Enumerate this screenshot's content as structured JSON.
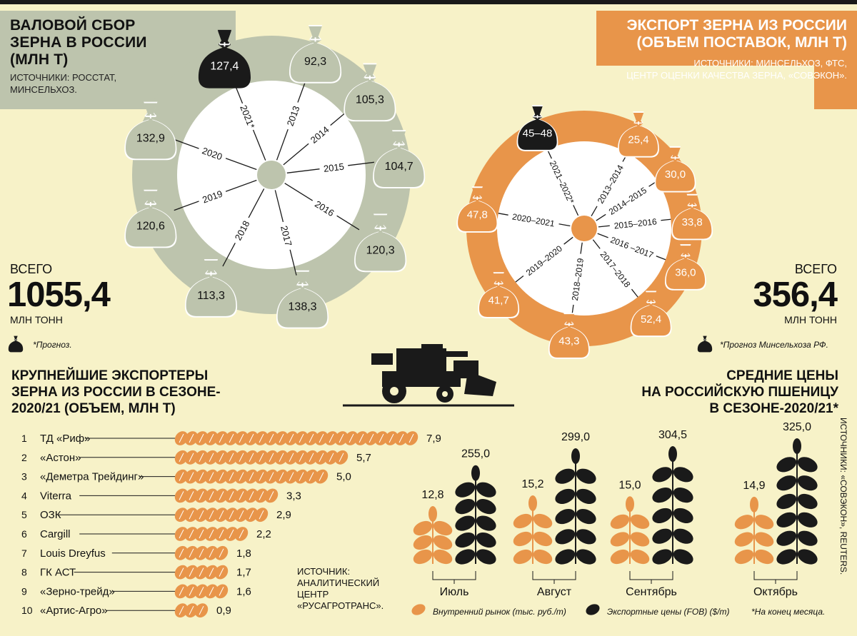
{
  "colors": {
    "background": "#f7f2c8",
    "harvest_gray": "#bdc4ad",
    "harvest_bag": "#bdc4ad",
    "export_orange": "#e8954a",
    "forecast_black": "#1a1a1a",
    "wheat_domestic": "#e8954a",
    "wheat_export": "#1a1a1a"
  },
  "harvest": {
    "title": "ВАЛОВОЙ СБОР ЗЕРНА В РОССИИ (МЛН Т)",
    "title_lines": [
      "ВАЛОВОЙ СБОР",
      "ЗЕРНА В РОССИИ",
      "(МЛН Т)"
    ],
    "source_lines": [
      "ИСТОЧНИКИ: РОССТАТ,",
      "МИНСЕЛЬХОЗ."
    ],
    "total_label": "ВСЕГО",
    "total_value": "1055,4",
    "total_unit": "МЛН ТОНН",
    "note": "*Прогноз."
  },
  "export": {
    "title_lines": [
      "ЭКСПОРТ ЗЕРНА ИЗ РОССИИ",
      "(ОБЪЕМ ПОСТАВОК, МЛН Т)"
    ],
    "source_lines": [
      "ИСТОЧНИКИ: МИНСЕЛЬХОЗ, ФТС,",
      "ЦЕНТР ОЦЕНКИ КАЧЕСТВА ЗЕРНА, «СОВЭКОН»."
    ],
    "total_label": "ВСЕГО",
    "total_value": "356,4",
    "total_unit": "МЛН ТОНН",
    "note": "*Прогноз Минсельхоза РФ."
  },
  "exporters": {
    "title_lines": [
      "КРУПНЕЙШИЕ ЭКСПОРТЕРЫ",
      "ЗЕРНА ИЗ РОССИИ В СЕЗОНЕ-",
      "2020/21 (ОБЪЕМ, МЛН Т)"
    ],
    "source_lines": [
      "ИСТОЧНИК:",
      "АНАЛИТИЧЕСКИЙ",
      "ЦЕНТР",
      "«РУСАГРОТРАНС»."
    ]
  },
  "prices": {
    "title_lines": [
      "СРЕДНИЕ ЦЕНЫ",
      "НА РОССИЙСКУЮ ПШЕНИЦУ",
      "В СЕЗОНЕ-2020/21*"
    ],
    "source_vertical": "ИСТОЧНИКИ: «СОВЭКОН», REUTERS.",
    "legend_domestic": "Внутренний рынок (тыс. руб./т)",
    "legend_export": "Экспортные цены (FOB) ($/т)",
    "note": "*На конец месяца."
  },
  "chart_data": [
    {
      "type": "radial",
      "title": "ВАЛОВОЙ СБОР ЗЕРНА В РОССИИ (МЛН Т)",
      "categories": [
        "2013",
        "2014",
        "2015",
        "2016",
        "2017",
        "2018",
        "2019",
        "2020",
        "2021*"
      ],
      "values": [
        92.3,
        105.3,
        104.7,
        120.3,
        138.3,
        113.3,
        120.6,
        132.9,
        127.4
      ],
      "value_labels": [
        "92,3",
        "105,3",
        "104,7",
        "120,3",
        "138,3",
        "113,3",
        "120,6",
        "132,9",
        "127,4"
      ],
      "forecast": [
        false,
        false,
        false,
        false,
        false,
        false,
        false,
        false,
        true
      ]
    },
    {
      "type": "radial",
      "title": "ЭКСПОРТ ЗЕРНА ИЗ РОССИИ (ОБЪЕМ ПОСТАВОК, МЛН Т)",
      "categories": [
        "2013–2014",
        "2014–2015",
        "2015–2016",
        "2016 –2017",
        "2017–2018",
        "2018–2019",
        "2019–2020",
        "2020–2021",
        "2021–2022*"
      ],
      "values": [
        25.4,
        30.0,
        33.8,
        36.0,
        52.4,
        43.3,
        41.7,
        47.8,
        null
      ],
      "value_labels": [
        "25,4",
        "30,0",
        "33,8",
        "36,0",
        "52,4",
        "43,3",
        "41,7",
        "47,8",
        "45–48"
      ],
      "forecast": [
        false,
        false,
        false,
        false,
        false,
        false,
        false,
        false,
        true
      ]
    },
    {
      "type": "bar",
      "orientation": "horizontal",
      "title": "КРУПНЕЙШИЕ ЭКСПОРТЕРЫ ЗЕРНА ИЗ РОССИИ В СЕЗОНЕ-2020/21 (ОБЪЕМ, МЛН Т)",
      "ranks": [
        "1",
        "2",
        "3",
        "4",
        "5",
        "6",
        "7",
        "8",
        "9",
        "10"
      ],
      "categories": [
        "ТД «Риф»",
        "«Астон»",
        "«Деметра Трейдинг»",
        "Viterra",
        "ОЗК",
        "Cargill",
        "Louis Dreyfus",
        "ГК АСТ",
        "«Зерно-трейд»",
        "«Артис-Агро»"
      ],
      "values": [
        7.9,
        5.7,
        5.0,
        3.3,
        2.9,
        2.2,
        1.8,
        1.7,
        1.6,
        0.9
      ],
      "value_labels": [
        "7,9",
        "5,7",
        "5,0",
        "3,3",
        "2,9",
        "2,2",
        "1,8",
        "1,7",
        "1,6",
        "0,9"
      ]
    },
    {
      "type": "bar",
      "title": "СРЕДНИЕ ЦЕНЫ НА РОССИЙСКУЮ ПШЕНИЦУ В СЕЗОНЕ-2020/21*",
      "categories": [
        "Июль",
        "Август",
        "Сентябрь",
        "Октябрь"
      ],
      "series": [
        {
          "name": "Внутренний рынок (тыс. руб./т)",
          "values": [
            12.8,
            15.2,
            15.0,
            14.9
          ],
          "value_labels": [
            "12,8",
            "15,2",
            "15,0",
            "14,9"
          ]
        },
        {
          "name": "Экспортные цены (FOB) ($/т)",
          "values": [
            255.0,
            299.0,
            304.5,
            325.0
          ],
          "value_labels": [
            "255,0",
            "299,0",
            "304,5",
            "325,0"
          ]
        }
      ]
    }
  ]
}
